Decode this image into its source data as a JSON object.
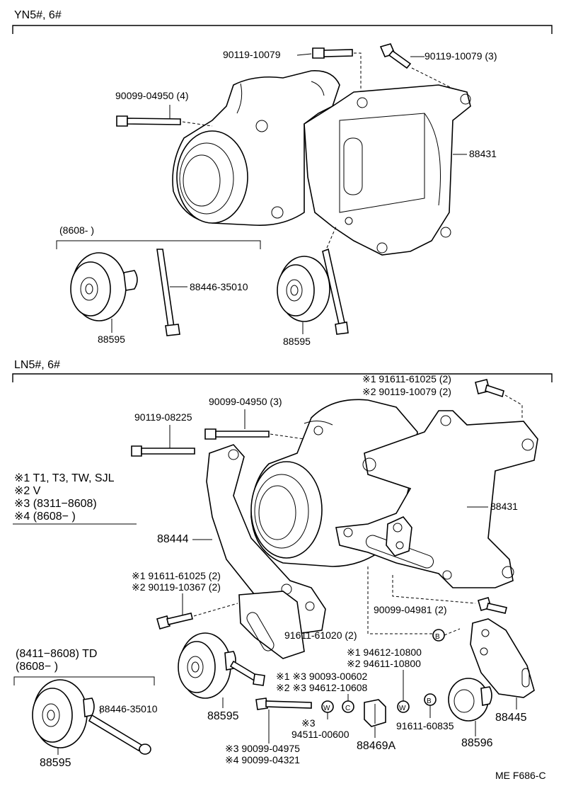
{
  "sections": {
    "top_title": "YN5#, 6#",
    "bottom_title": "LN5#, 6#"
  },
  "top": {
    "bolt_a": "90119-10079",
    "bolt_b": "90119-10079 (3)",
    "bolt_c": "90099-04950 (4)",
    "bracket": "88431",
    "group_range": "(8608-          )",
    "stud": "88446-35010",
    "idler_left": "88595",
    "idler_right": "88595"
  },
  "bottom": {
    "note1_a": "※1 91611-61025 (2)",
    "note1_b": "※2 90119-10079 (2)",
    "bolt_d": "90099-04950 (3)",
    "bolt_e": "90119-08225",
    "legend": [
      "※1 T1, T3, TW, SJL",
      "※2 V",
      "※3 (8311−8608)",
      "※4 (8608−          )"
    ],
    "bracket": "88431",
    "brace": "88444",
    "note2_a": "※1 91611-61025 (2)",
    "note2_b": "※2 90119-10367 (2)",
    "bolt_f": "90099-04981 (2)",
    "bolt_g": "91611-61020 (2)",
    "bolt_h1": "※1  94612-10800",
    "bolt_h2": "※2  94611-10800",
    "range1": "(8411−8608) TD",
    "range2": "(8608−          )",
    "nut_a": "※1 ※3  90093-00602",
    "nut_b": "※2 ※3  94612-10608",
    "washer_a": "※3",
    "washer_b": "94511-00600",
    "bolt_i": "91611-60835",
    "stud": "88446-35010",
    "idler_mid": "88595",
    "idler_left": "88595",
    "adjuster": "88469A",
    "pulley": "88596",
    "plate": "88445",
    "bolt_j": "※3  90099-04975",
    "bolt_k": "※4  90099-04321",
    "ref": "ME F686-C"
  }
}
